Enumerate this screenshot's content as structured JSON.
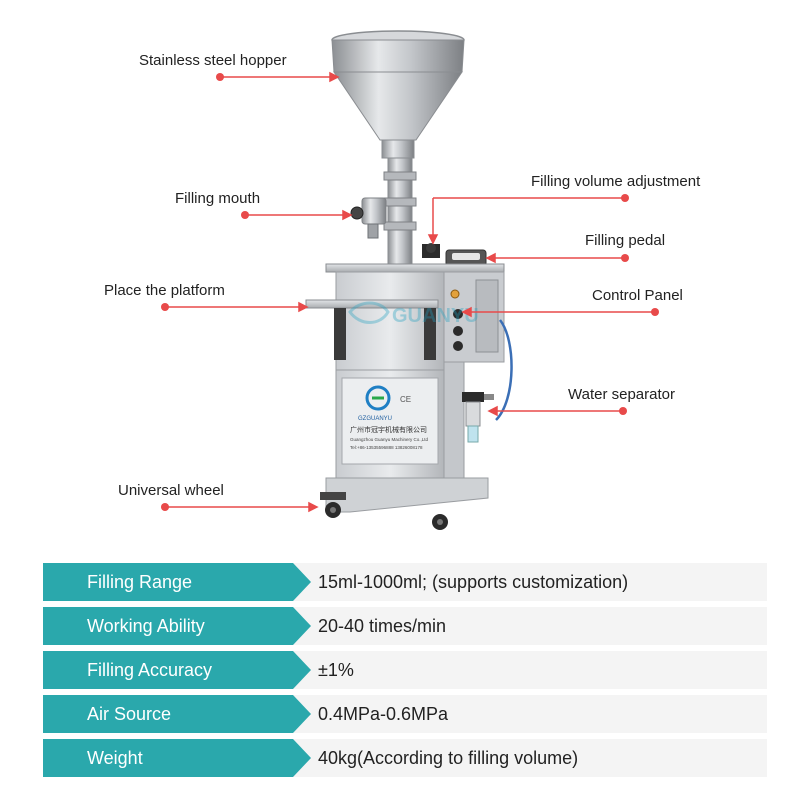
{
  "callouts": {
    "hopper": "Stainless steel hopper",
    "filling_mouth": "Filling mouth",
    "volume_adjustment": "Filling volume adjustment",
    "pedal": "Filling pedal",
    "platform": "Place the platform",
    "control_panel": "Control Panel",
    "water_separator": "Water separator",
    "wheel": "Universal wheel"
  },
  "watermark": "GUANYU",
  "nameplate": {
    "brand": "GZGUANYU",
    "company_cn": "广州市冠宇机械有限公司",
    "company_en": "Guangzhou Guanyu Machinery Co.,Ltd",
    "tel": "Tel:+86-13535596888  13826008178"
  },
  "specs": [
    {
      "label": "Filling  Range",
      "value": "15ml-1000ml; (supports customization)"
    },
    {
      "label": "Working Ability",
      "value": "20-40 times/min"
    },
    {
      "label": "Filling Accuracy",
      "value": "±1%"
    },
    {
      "label": "Air Source",
      "value": "0.4MPa-0.6MPa"
    },
    {
      "label": "Weight",
      "value": "40kg(According to filling volume)"
    }
  ],
  "colors": {
    "accent": "#2aa8ac",
    "pointer": "#e84a4a",
    "value_bg": "#f4f4f4"
  }
}
